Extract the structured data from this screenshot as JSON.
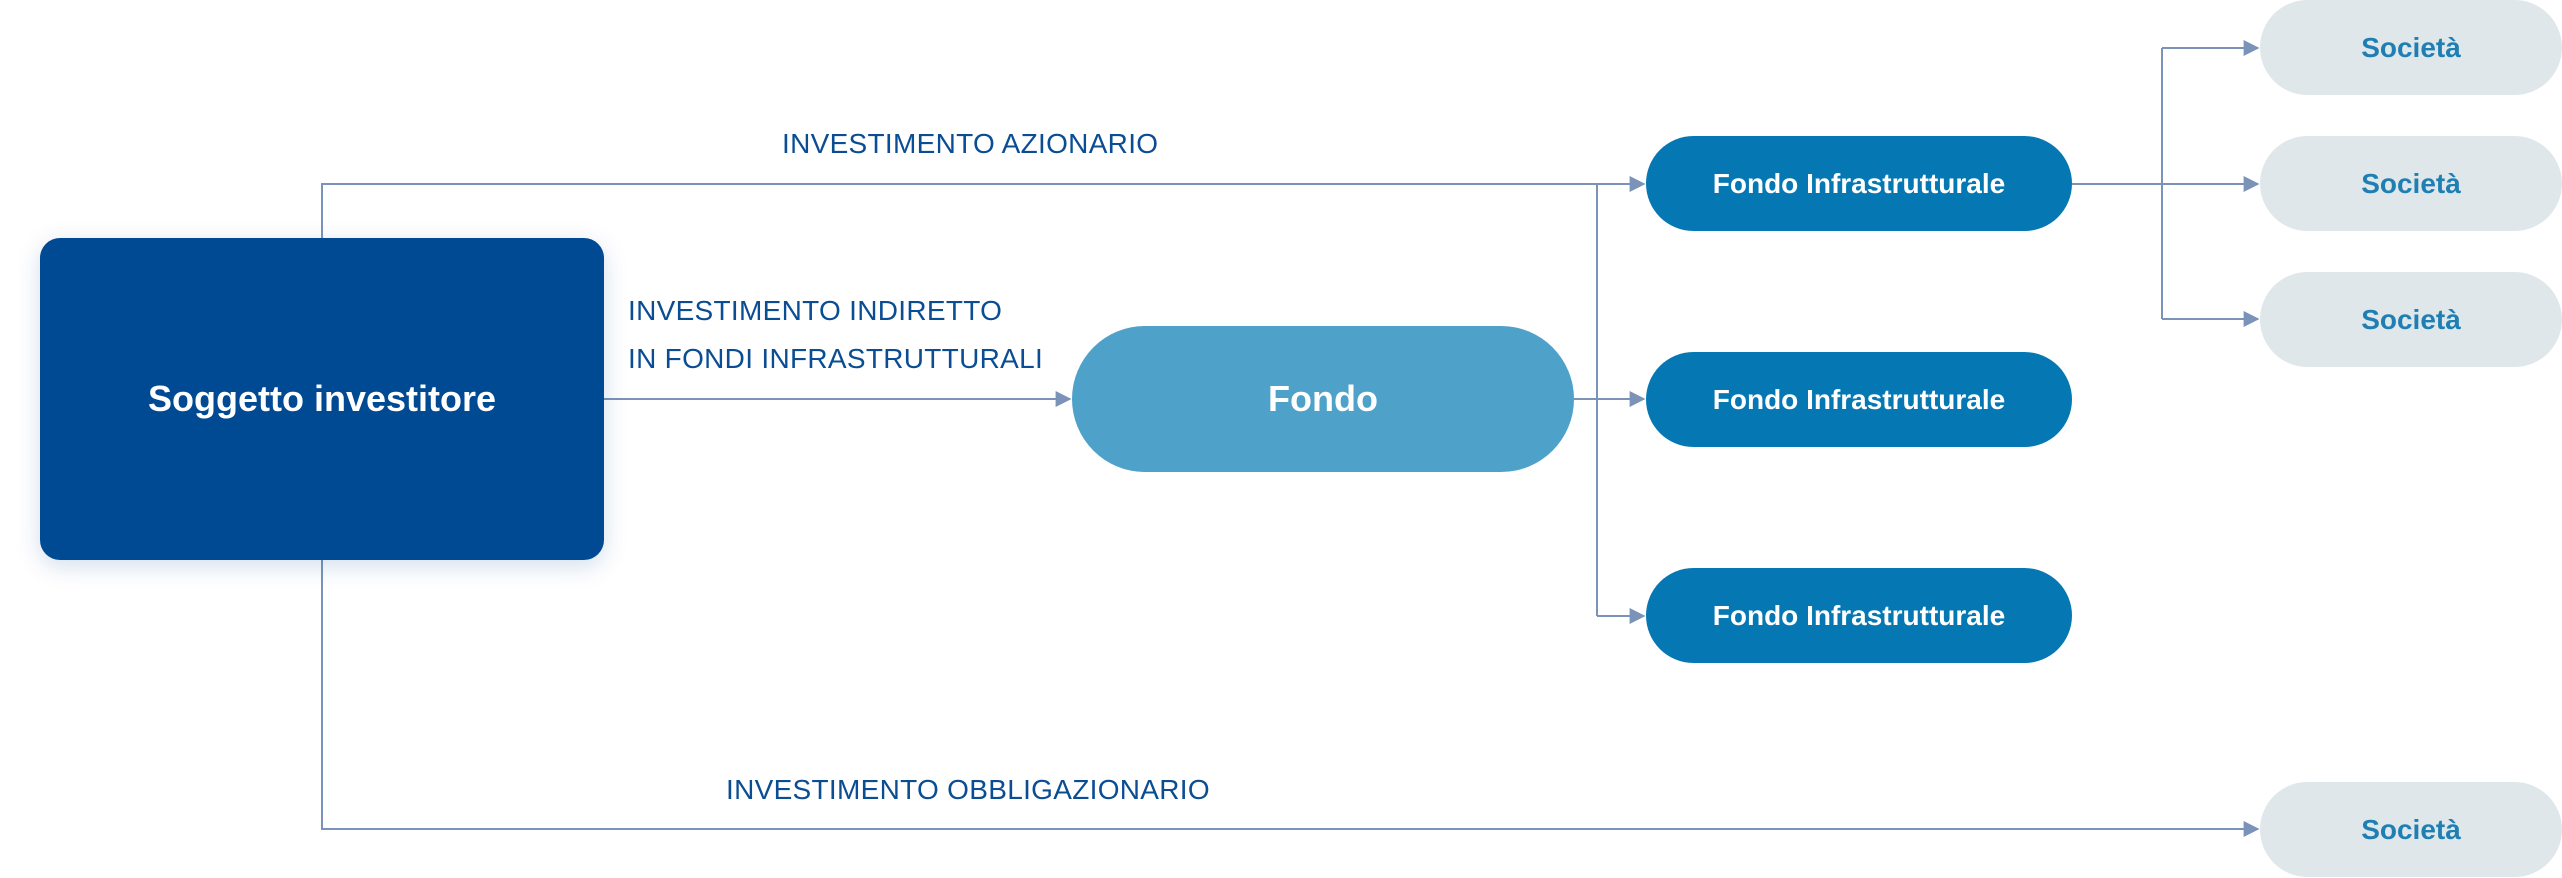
{
  "colors": {
    "investor": "#004a93",
    "fondo": "#4ea1c9",
    "infra": "#0578b4",
    "societa_fill": "#dfe7ea",
    "societa_text": "#1f7fb3",
    "label": "#0a4d93",
    "connector": "#7b93b8"
  },
  "labels": {
    "equity": "INVESTIMENTO AZIONARIO",
    "indirect_line1": "INVESTIMENTO INDIRETTO",
    "indirect_line2": "IN FONDI INFRASTRUTTURALI",
    "bond": "INVESTIMENTO OBBLIGAZIONARIO"
  },
  "nodes": {
    "investor": "Soggetto investitore",
    "fondo": "Fondo",
    "infra_funds": [
      "Fondo Infrastrutturale",
      "Fondo Infrastrutturale",
      "Fondo Infrastrutturale"
    ],
    "societa": [
      "Società",
      "Società",
      "Società",
      "Società"
    ]
  }
}
